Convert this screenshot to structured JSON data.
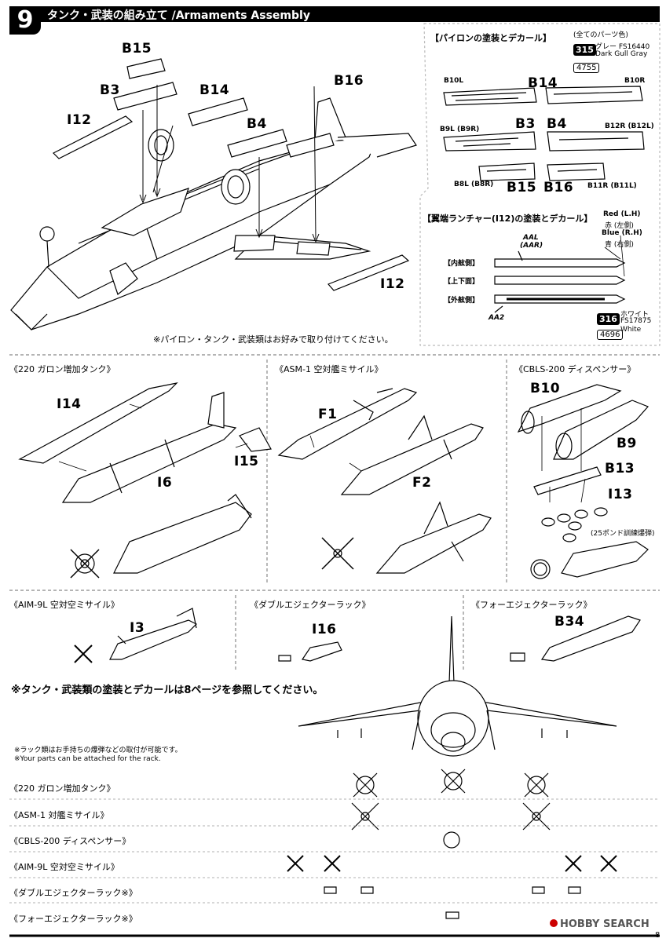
{
  "header": {
    "step_number": "9",
    "title": "タンク・武装の組み立て /Armaments Assembly"
  },
  "main_labels": {
    "b15": "B15",
    "b3": "B3",
    "b14": "B14",
    "b16": "B16",
    "i12_top": "I12",
    "b4": "B4",
    "i12_bottom": "I12"
  },
  "optional_note": "※パイロン・タンク・武装類はお好みで取り付けてください。",
  "pylon_panel": {
    "title": "【パイロンの塗装とデカール】",
    "all_parts_color": "(全てのパーツ色)",
    "paint1_num": "315",
    "paint1_name": "グレー FS16440",
    "paint1_eng": "Dark Gull Gray",
    "paint1_code": "4755",
    "b10l": "B10L",
    "b14": "B14",
    "b10r": "B10R",
    "b9l": "B9L (B9R)",
    "b3": "B3",
    "b4": "B4",
    "b12r": "B12R (B12L)",
    "b8l": "B8L (B8R)",
    "b15": "B15",
    "b16": "B16",
    "b11r": "B11R (B11L)"
  },
  "launcher_panel": {
    "title": "【翼端ランチャー(I12)の塗装とデカール】",
    "red": "Red (L.H)",
    "red_jp": "赤 (左側)",
    "blue": "Blue (R.H)",
    "blue_jp": "青 (右側)",
    "aal": "AAL",
    "aar": "(AAR)",
    "inner": "【内舷側】",
    "topbottom": "【上下面】",
    "outer": "【外舷側】",
    "aa2": "AA2",
    "paint2_num": "316",
    "paint2_name": "ホワイト",
    "paint2_fs": "FS17875",
    "paint2_code": "4696",
    "paint2_eng": "White"
  },
  "sections": {
    "tank": "《220 ガロン増加タンク》",
    "asm": "《ASM-1 空対艦ミサイル》",
    "cbls": "《CBLS-200 ディスペンサー》",
    "aim": "《AIM-9L 空対空ミサイル》",
    "double": "《ダブルエジェクターラック》",
    "four": "《フォーエジェクターラック》"
  },
  "weapon_labels": {
    "i14": "I14",
    "i15": "I15",
    "i6": "I6",
    "f1": "F1",
    "f2": "F2",
    "b10": "B10",
    "b9": "B9",
    "b13": "B13",
    "i13": "I13",
    "bomb_note": "(25ポンド訓練爆弾)",
    "i3": "I3",
    "i16": "I16",
    "b34": "B34"
  },
  "bottom": {
    "refer_note": "※タンク・武装類の塗装とデカールは8ページを参照してください。",
    "rack_note_jp": "※ラック類はお手持ちの爆弾などの取付が可能です。",
    "rack_note_en": "※Your parts can be attached for the rack.",
    "rows": [
      "《220 ガロン増加タンク》",
      "《ASM-1 対艦ミサイル》",
      "《CBLS-200 ディスペンサー》",
      "《AIM-9L 空対空ミサイル》",
      "《ダブルエジェクターラック※》",
      "《フォーエジェクターラック※》"
    ]
  },
  "watermark": "HOBBY SEARCH",
  "page_number": "8"
}
